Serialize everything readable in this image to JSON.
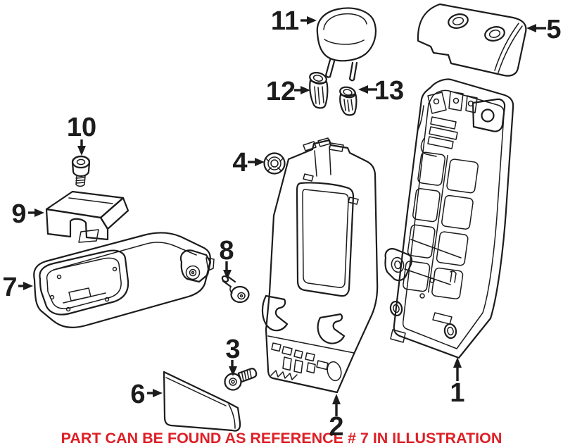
{
  "caption": {
    "text": "PART CAN BE FOUND AS REFERENCE # 7 IN ILLUSTRATION"
  },
  "colors": {
    "background": "#ffffff",
    "line": "#1c1c1c",
    "caption": "#de1f26"
  },
  "callouts": [
    {
      "number": "1"
    },
    {
      "number": "2"
    },
    {
      "number": "3"
    },
    {
      "number": "4"
    },
    {
      "number": "5"
    },
    {
      "number": "6"
    },
    {
      "number": "7"
    },
    {
      "number": "8"
    },
    {
      "number": "9"
    },
    {
      "number": "10"
    },
    {
      "number": "11"
    },
    {
      "number": "12"
    },
    {
      "number": "13"
    }
  ]
}
